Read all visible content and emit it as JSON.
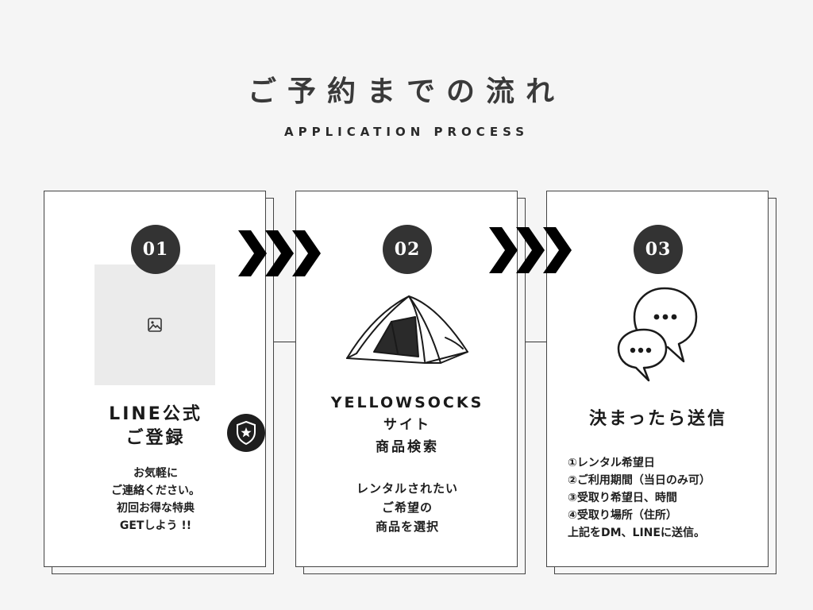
{
  "header": {
    "title": "ご予約までの流れ",
    "subtitle": "APPLICATION PROCESS"
  },
  "steps": [
    {
      "number": "01",
      "icon": "line-image-placeholder-with-shield-star-icon",
      "heading_lines": [
        "LINE公式",
        "ご登録"
      ],
      "body_lines": [
        "お気軽に",
        "ご連絡ください。",
        "初回お得な特典",
        "GETしよう !!"
      ]
    },
    {
      "number": "02",
      "icon": "tent-icon",
      "heading_lines": [
        "YELLOWSOCKS",
        "サイト",
        "商品検索"
      ],
      "body_lines": [
        "レンタルされたい",
        "ご希望の",
        "商品を選択"
      ]
    },
    {
      "number": "03",
      "icon": "chat-bubbles-icon",
      "heading_lines": [
        "決まったら送信"
      ],
      "body_lines": [
        "①レンタル希望日",
        "②ご利用期間（当日のみ可）",
        "③受取り希望日、時間",
        "④受取り場所（住所）",
        "上記をDM、LINEに送信。"
      ]
    }
  ],
  "colors": {
    "background": "#f5f5f5",
    "card": "#ffffff",
    "badge": "#333333",
    "accent": "#000000"
  }
}
